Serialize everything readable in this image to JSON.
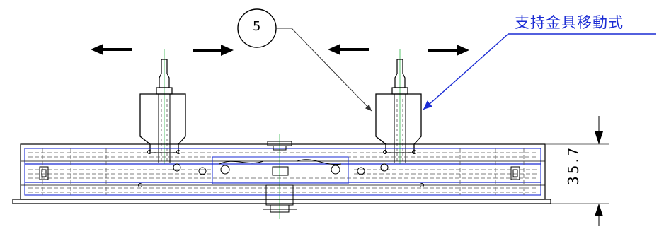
{
  "callout": {
    "balloon_number": "5",
    "note": "支持金具移動式"
  },
  "dimension": {
    "height_value": "35.7"
  },
  "colors": {
    "outline": "#000000",
    "body_line": "#1a2bd4",
    "hidden_line": "#5a5a5a",
    "center_line": "#2fb84a",
    "note": "#1a2bd4"
  },
  "icons": {
    "motion_arrows": [
      "arrow-left-icon",
      "arrow-right-icon",
      "arrow-left-icon",
      "arrow-right-icon"
    ]
  }
}
